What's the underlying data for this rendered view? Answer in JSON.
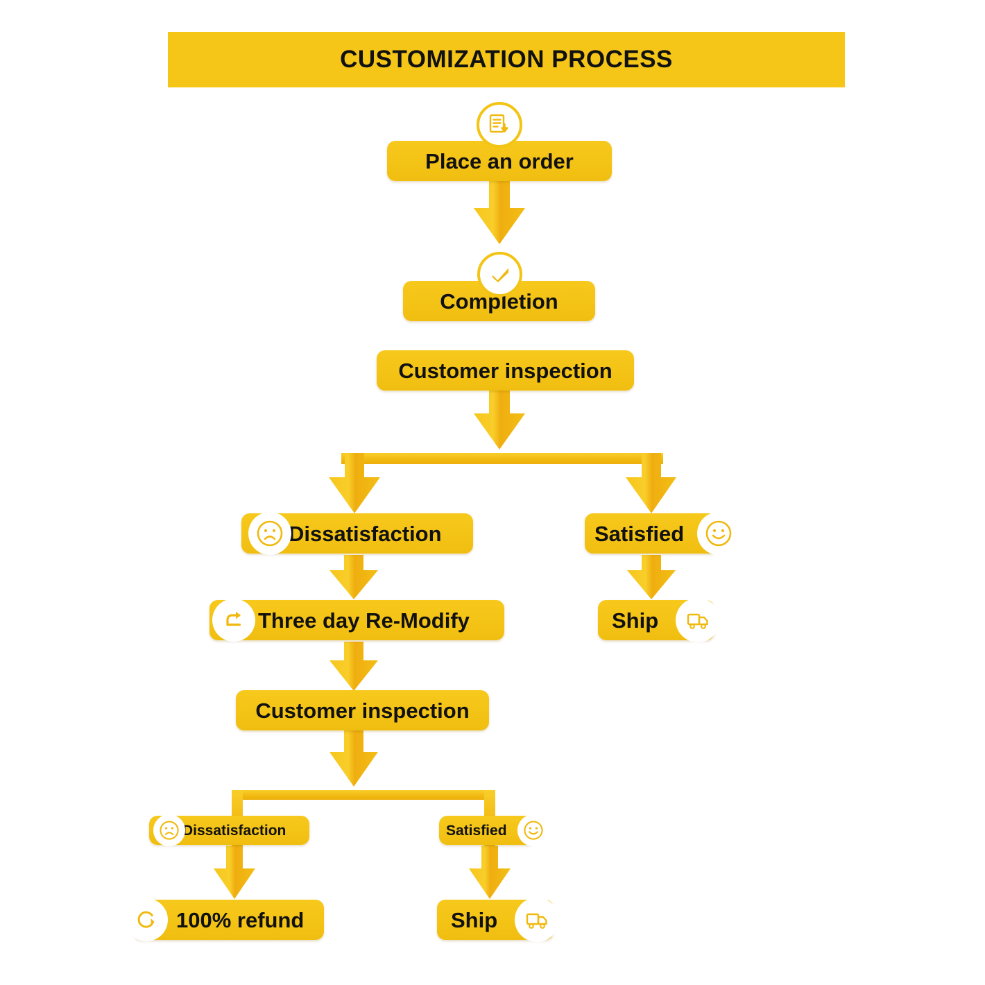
{
  "header": {
    "title": "CUSTOMIZATION PROCESS",
    "background": "#F5C518",
    "text_color": "#111111"
  },
  "theme": {
    "node_fill": "#F2C014",
    "node_fill_light": "#F7C91C",
    "arrow_fill": "#F5C518",
    "arrow_shade": "#E8A915",
    "icon_stroke": "#F3C415",
    "icon_bg": "#FFFFFF",
    "page_background": "#FFFFFF"
  },
  "chart_data": {
    "type": "diagram",
    "title": "CUSTOMIZATION PROCESS",
    "nodes": [
      {
        "id": "place-an-order",
        "label": "Place an order",
        "icon": "document-download-icon",
        "icon_position": "top",
        "size": "large"
      },
      {
        "id": "completion",
        "label": "Completion",
        "icon": "check-circle-icon",
        "icon_position": "top",
        "size": "large"
      },
      {
        "id": "customer-inspection-1",
        "label": "Customer inspection",
        "icon": "none",
        "icon_position": "none",
        "size": "large"
      },
      {
        "id": "dissatisfaction-1",
        "label": "Dissatisfaction",
        "icon": "sad-face-icon",
        "icon_position": "left",
        "size": "large"
      },
      {
        "id": "satisfied-1",
        "label": "Satisfied",
        "icon": "happy-face-icon",
        "icon_position": "right",
        "size": "large"
      },
      {
        "id": "three-day-re-modify",
        "label": "Three day Re-Modify",
        "icon": "redo-arrow-icon",
        "icon_position": "left",
        "size": "large"
      },
      {
        "id": "ship-1",
        "label": "Ship",
        "icon": "delivery-truck-icon",
        "icon_position": "right",
        "size": "large"
      },
      {
        "id": "customer-inspection-2",
        "label": "Customer inspection",
        "icon": "none",
        "icon_position": "none",
        "size": "large"
      },
      {
        "id": "dissatisfaction-2",
        "label": "Dissatisfaction",
        "icon": "sad-face-icon",
        "icon_position": "left",
        "size": "small"
      },
      {
        "id": "satisfied-2",
        "label": "Satisfied",
        "icon": "happy-face-icon",
        "icon_position": "right",
        "size": "small"
      },
      {
        "id": "refund",
        "label": "100% refund",
        "icon": "refresh-circle-icon",
        "icon_position": "left",
        "size": "large"
      },
      {
        "id": "ship-2",
        "label": "Ship",
        "icon": "delivery-truck-icon",
        "icon_position": "right",
        "size": "large"
      }
    ],
    "edges": [
      {
        "from": "place-an-order",
        "to": "completion",
        "type": "arrow"
      },
      {
        "from": "completion",
        "to": "customer-inspection-1",
        "type": "adjacent"
      },
      {
        "from": "customer-inspection-1",
        "to": "branch-1",
        "type": "arrow"
      },
      {
        "from": "branch-1",
        "to": "dissatisfaction-1",
        "type": "arrow"
      },
      {
        "from": "branch-1",
        "to": "satisfied-1",
        "type": "arrow"
      },
      {
        "from": "dissatisfaction-1",
        "to": "three-day-re-modify",
        "type": "arrow"
      },
      {
        "from": "satisfied-1",
        "to": "ship-1",
        "type": "arrow"
      },
      {
        "from": "three-day-re-modify",
        "to": "customer-inspection-2",
        "type": "arrow"
      },
      {
        "from": "customer-inspection-2",
        "to": "branch-2",
        "type": "arrow"
      },
      {
        "from": "branch-2",
        "to": "dissatisfaction-2",
        "type": "line"
      },
      {
        "from": "branch-2",
        "to": "satisfied-2",
        "type": "line"
      },
      {
        "from": "dissatisfaction-2",
        "to": "refund",
        "type": "arrow"
      },
      {
        "from": "satisfied-2",
        "to": "ship-2",
        "type": "arrow"
      }
    ]
  },
  "nodes": {
    "place_an_order": {
      "label": "Place an order",
      "icon": "document-download-icon"
    },
    "completion": {
      "label": "Completion",
      "icon": "check-circle-icon"
    },
    "customer_inspection_1": {
      "label": "Customer inspection"
    },
    "dissatisfaction_1": {
      "label": "Dissatisfaction",
      "icon": "sad-face-icon"
    },
    "satisfied_1": {
      "label": "Satisfied",
      "icon": "happy-face-icon"
    },
    "three_day_re_modify": {
      "label": "Three day Re-Modify",
      "icon": "redo-arrow-icon"
    },
    "ship_1": {
      "label": "Ship",
      "icon": "delivery-truck-icon"
    },
    "customer_inspection_2": {
      "label": "Customer inspection"
    },
    "dissatisfaction_2": {
      "label": "Dissatisfaction",
      "icon": "sad-face-icon"
    },
    "satisfied_2": {
      "label": "Satisfied",
      "icon": "happy-face-icon"
    },
    "refund": {
      "label": "100% refund",
      "icon": "refresh-circle-icon"
    },
    "ship_2": {
      "label": "Ship",
      "icon": "delivery-truck-icon"
    }
  }
}
